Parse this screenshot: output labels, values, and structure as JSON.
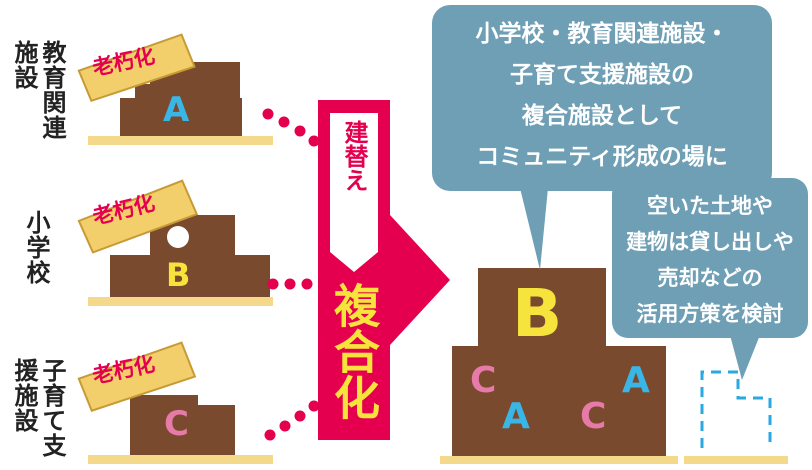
{
  "facilities": [
    {
      "label": "教育関連施設",
      "tag": "老朽化",
      "letter": "A"
    },
    {
      "label": "小学校",
      "tag": "老朽化",
      "letter": "B"
    },
    {
      "label": "子育て支援施設",
      "tag": "老朽化",
      "letter": "C"
    }
  ],
  "arrow": {
    "top_label": "建替え",
    "main_label": "複合化"
  },
  "result": {
    "top": "B",
    "letters": [
      "C",
      "A",
      "A",
      "C"
    ]
  },
  "bubble_main": {
    "lines": [
      "小学校・教育関連施設・",
      "子育て支援施設の",
      "複合施設として",
      "コミュニティ形成の場に"
    ]
  },
  "bubble_side": {
    "lines": [
      "空いた土地や",
      "建物は貸し出しや",
      "売却などの",
      "活用方策を検討"
    ]
  },
  "colors": {
    "building": "#7a4a2e",
    "ground": "#f5d98a",
    "letter_a": "#3ab6e6",
    "letter_b": "#f6e43c",
    "letter_c": "#e67aa8",
    "accent": "#e5004f",
    "bubble": "#6f9fb5",
    "dash": "#2aa8e0"
  }
}
